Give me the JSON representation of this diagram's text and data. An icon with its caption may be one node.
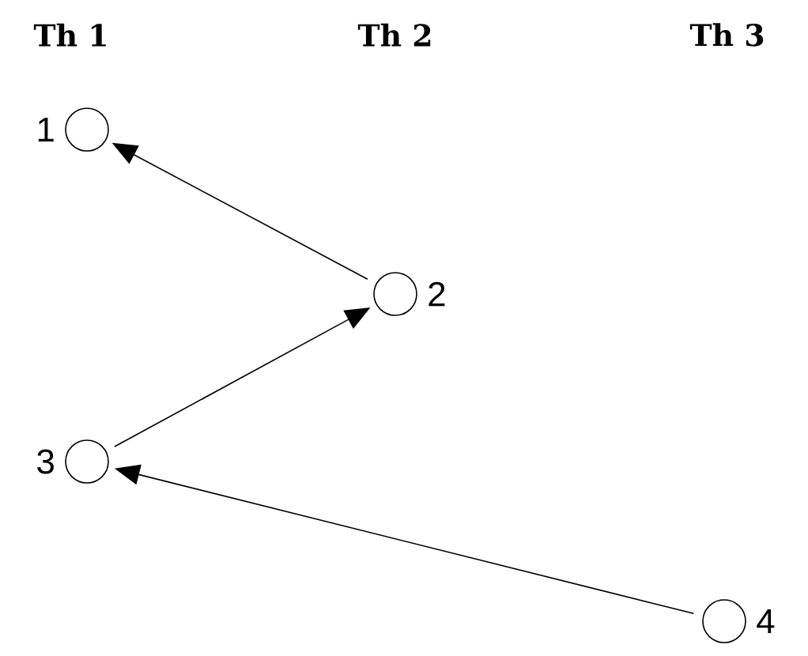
{
  "diagram": {
    "nodes": [
      {
        "text": [],
        "shape": "circle",
        "beside": [
          "1"
        ]
      },
      {
        "text": [],
        "shape": "circle",
        "beside": [
          "2"
        ]
      },
      {
        "text": [],
        "shape": "circle",
        "beside": [
          "3"
        ]
      },
      {
        "text": [],
        "shape": "circle",
        "beside": [
          "4"
        ]
      }
    ],
    "edges": [
      {
        "from": 1,
        "to": 0,
        "arrow": "to"
      },
      {
        "from": 2,
        "to": 1,
        "arrow": "to"
      },
      {
        "from": 3,
        "to": 2,
        "arrow": "to"
      }
    ],
    "labels": [
      "Th 1",
      "Th 2",
      "Th 3"
    ]
  }
}
